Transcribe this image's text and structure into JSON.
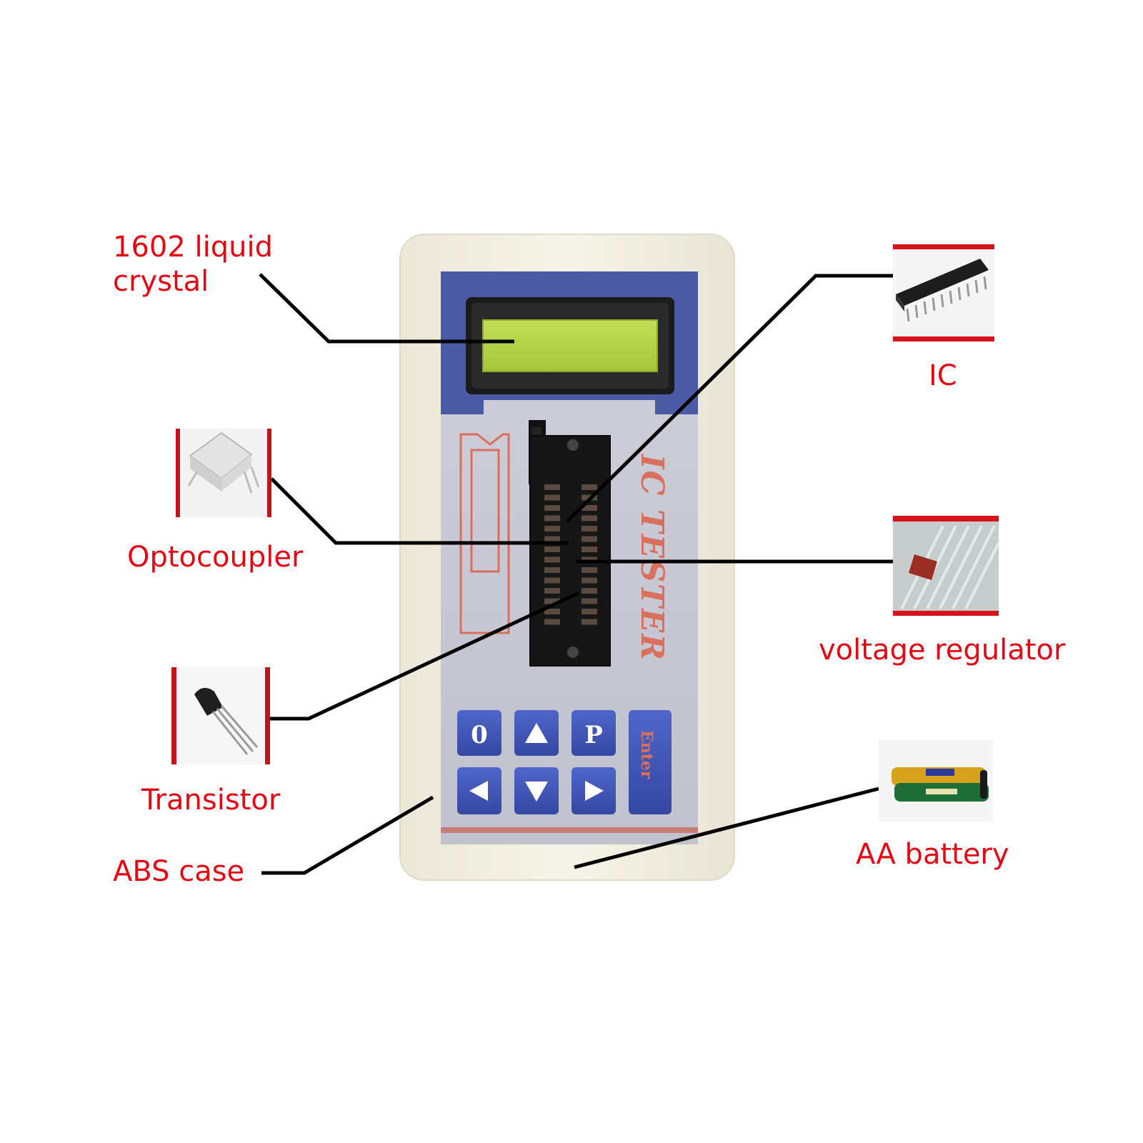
{
  "callouts": {
    "lcd": "1602 liquid",
    "lcd_line2": "crystal",
    "optocoupler": "Optocoupler",
    "transistor": "Transistor",
    "abs_case": "ABS case",
    "ic": "IC",
    "voltage_regulator": "voltage regulator",
    "aa_battery": "AA battery"
  },
  "device": {
    "brand_vertical": "IC TESTER",
    "key_zero": "0",
    "key_p": "P",
    "key_enter": "Enter"
  },
  "icons": {
    "lcd": "lcd-screen-icon",
    "socket": "zif-socket-icon",
    "up": "arrow-up-icon",
    "down": "arrow-down-icon",
    "left": "arrow-left-icon",
    "right": "arrow-right-icon"
  },
  "colors": {
    "label": "#e10a14",
    "case": "#f3f0e2",
    "faceplate": "#c9c9d6",
    "bezel": "#4a5aa5",
    "lcd": "#b8d44a",
    "key": "#3d55b8",
    "socket": "#1a1a1a",
    "leader": "#000000"
  }
}
